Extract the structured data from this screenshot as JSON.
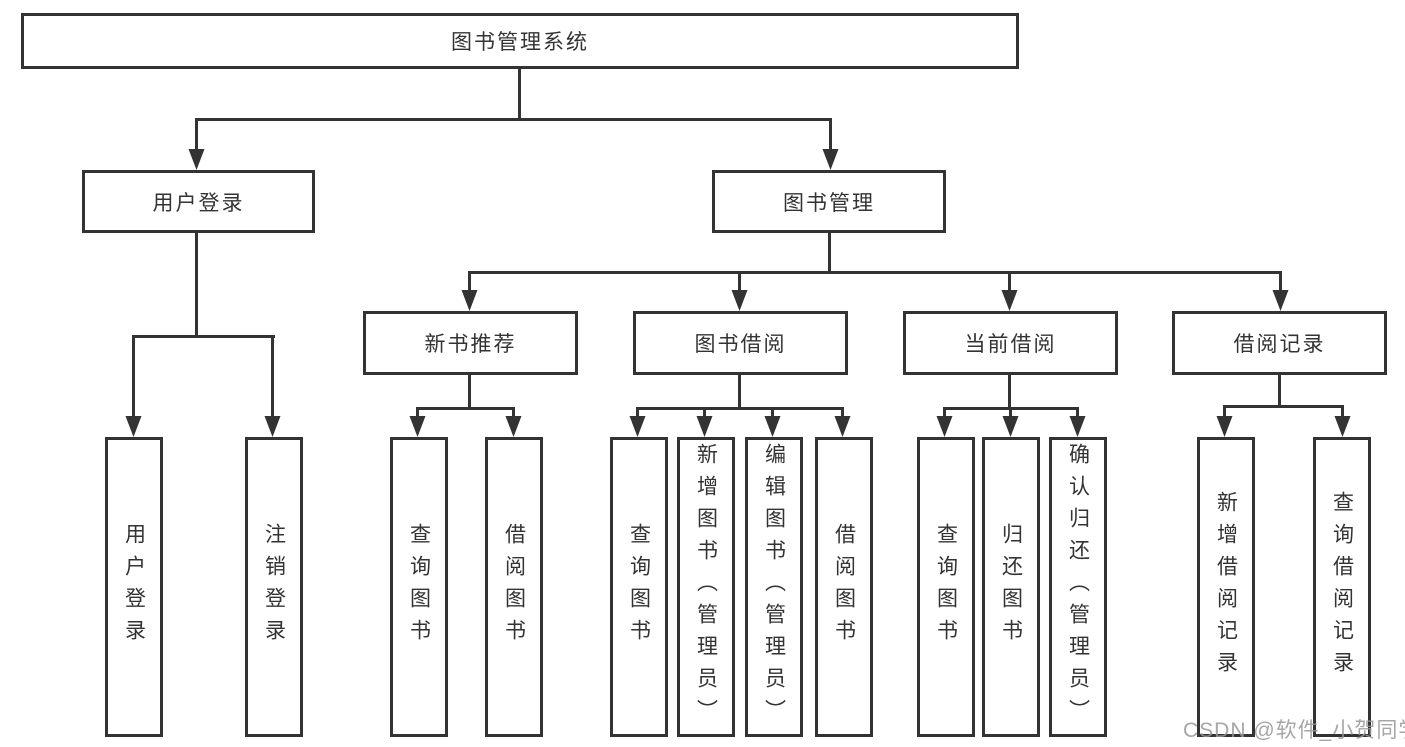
{
  "diagram": {
    "root": {
      "label": "图书管理系统"
    },
    "children": [
      {
        "label": "用户登录",
        "children": [
          {
            "label": "用户登录"
          },
          {
            "label": "注销登录"
          }
        ]
      },
      {
        "label": "图书管理",
        "children": [
          {
            "label": "新书推荐",
            "children": [
              {
                "label": "查询图书"
              },
              {
                "label": "借阅图书"
              }
            ]
          },
          {
            "label": "图书借阅",
            "children": [
              {
                "label": "查询图书"
              },
              {
                "label": "新增图书（管理员）"
              },
              {
                "label": "编辑图书（管理员）"
              },
              {
                "label": "借阅图书"
              }
            ]
          },
          {
            "label": "当前借阅",
            "children": [
              {
                "label": "查询图书"
              },
              {
                "label": "归还图书"
              },
              {
                "label": "确认归还（管理员）"
              }
            ]
          },
          {
            "label": "借阅记录",
            "children": [
              {
                "label": "新增借阅记录"
              },
              {
                "label": "查询借阅记录"
              }
            ]
          }
        ]
      }
    ]
  },
  "watermark": {
    "text": "CSDN @软件_小贺同学"
  },
  "colors": {
    "line": "#333333",
    "box_border": "#333333",
    "box_fill": "#ffffff",
    "text": "#333333",
    "watermark": "#969696",
    "background": "#ffffff"
  }
}
